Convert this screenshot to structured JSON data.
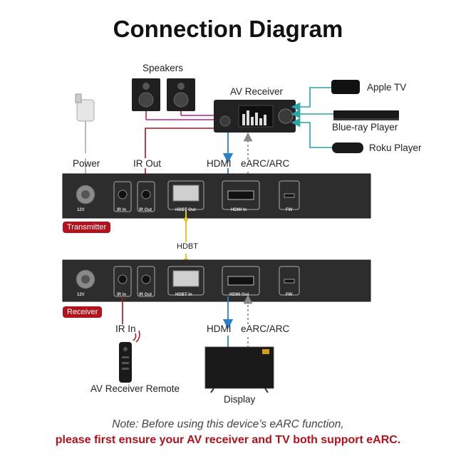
{
  "title": "Connection Diagram",
  "devices": {
    "speakers": "Speakers",
    "av_receiver": "AV Receiver",
    "apple_tv": "Apple TV",
    "blu_ray": "Blue-ray Player",
    "roku": "Roku Player",
    "remote": "AV Receiver Remote",
    "display": "Display"
  },
  "labels": {
    "power": "Power",
    "ir_out": "IR Out",
    "hdmi_top": "HDMI",
    "earc_top": "eARC/ARC",
    "hdbt": "HDBT",
    "ir_in": "IR In",
    "hdmi_bottom": "HDMI",
    "earc_bottom": "eARC/ARC"
  },
  "transmitter": {
    "tag": "Transmitter",
    "ports": [
      "12V",
      "IR In",
      "IR Out",
      "HDBT Out",
      "HDMI In",
      "FW"
    ]
  },
  "receiver": {
    "tag": "Receiver",
    "ports": [
      "12V",
      "IR In",
      "IR Out",
      "HDBT In",
      "HDMI Out",
      "FW"
    ]
  },
  "note": {
    "line1": "Note: Before using this device’s eARC function,",
    "line2": "please first ensure your AV receiver and TV both support eARC."
  },
  "colors": {
    "magenta": "#b8208a",
    "blue": "#2b7fc9",
    "teal": "#2ba4a8",
    "yellow": "#e8c52c",
    "red": "#b3121c"
  }
}
